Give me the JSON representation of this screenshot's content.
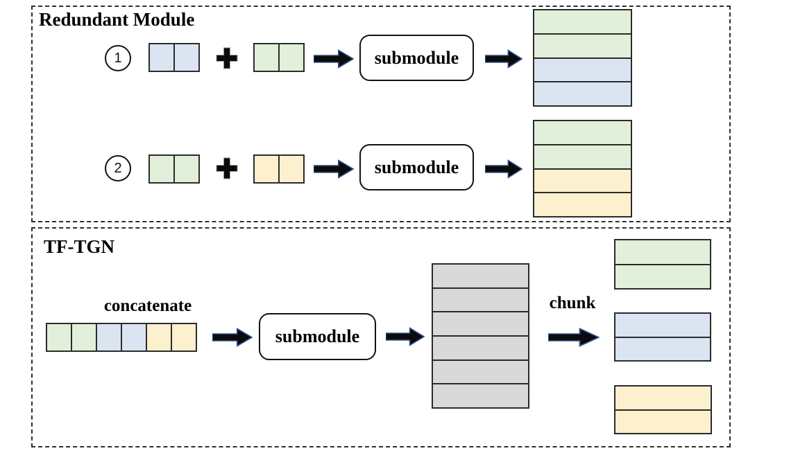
{
  "colors": {
    "green": "#e2efda",
    "blue": "#dbe5f1",
    "yellow": "#fdf0ce",
    "gray": "#d9d9d9",
    "border": "#2b2b2b",
    "arrow_fill": "#0b0b0b",
    "arrow_outline": "#31518f"
  },
  "redundant_module": {
    "title": "Redundant Module",
    "steps": [
      {
        "badge": "1",
        "input_a": [
          "blue",
          "blue"
        ],
        "input_b": [
          "green",
          "green"
        ],
        "submodule_label": "submodule",
        "output": [
          "green",
          "green",
          "blue",
          "blue"
        ]
      },
      {
        "badge": "2",
        "input_a": [
          "green",
          "green"
        ],
        "input_b": [
          "yellow",
          "yellow"
        ],
        "submodule_label": "submodule",
        "output": [
          "green",
          "green",
          "yellow",
          "yellow"
        ]
      }
    ]
  },
  "tf_tgn": {
    "title": "TF-TGN",
    "concatenate_label": "concatenate",
    "input_cells": [
      "green",
      "green",
      "blue",
      "blue",
      "yellow",
      "yellow"
    ],
    "submodule_label": "submodule",
    "merged_stack": [
      "gray",
      "gray",
      "gray",
      "gray",
      "gray",
      "gray"
    ],
    "chunk_label": "chunk",
    "output_stacks": [
      [
        "green",
        "green"
      ],
      [
        "blue",
        "blue"
      ],
      [
        "yellow",
        "yellow"
      ]
    ]
  }
}
